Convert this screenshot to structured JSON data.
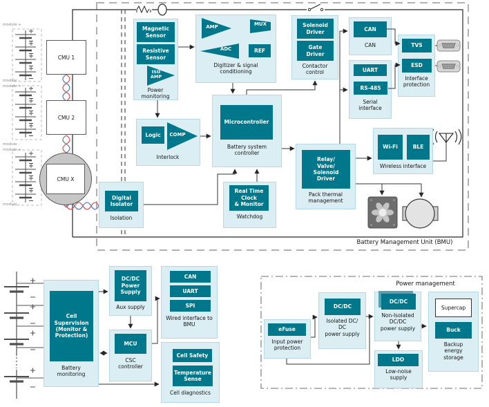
{
  "colors": {
    "teal": "#00778b",
    "light_box": "#dbeef4",
    "dash_gray": "#ababab",
    "wire": "#333333",
    "pair_red": "#d95555",
    "pair_blue": "#5b7fb4"
  },
  "pack": {
    "module_plus": "module +",
    "module_minus": "module -",
    "cmu1": "CMU 1",
    "cmu2": "CMU 2",
    "cmux": "CMU X"
  },
  "bmu": {
    "label": "Battery Management Unit (BMU)",
    "power_monitoring": {
      "magnetic": "Magnetic\nSensor",
      "resistive": "Resistive\nSensor",
      "iso_amp": "ISO\nAMP",
      "label": "Power\nmonitoring"
    },
    "digitizer": {
      "amp": "AMP",
      "adc": "ADC",
      "mux": "MUX",
      "ref": "REF",
      "label": "Digitizer & signal\nconditioning"
    },
    "contactor": {
      "solenoid": "Solenoid\nDriver",
      "gate": "Gate\nDriver",
      "label": "Contactor\ncontrol"
    },
    "can": {
      "chip": "CAN",
      "label": "CAN"
    },
    "serial": {
      "uart": "UART",
      "rs485": "RS-485",
      "label": "Serial\ninterface"
    },
    "protection": {
      "tvs": "TVS",
      "esd": "ESD",
      "label": "Interface\nprotection"
    },
    "interlock": {
      "logic": "Logic",
      "comp": "COMP",
      "label": "Interlock"
    },
    "controller": {
      "chip": "Microcontroller",
      "label": "Battery system\ncontroller"
    },
    "watchdog": {
      "chip": "Real Time\nClock\n& Monitor",
      "label": "Watchdog"
    },
    "isolation": {
      "chip": "Digital\nIsolator",
      "label": "Isolation"
    },
    "thermal": {
      "chip": "Relay/\nValve/\nSolenoid\nDriver",
      "label": "Pack thermal\nmanagement"
    },
    "wireless": {
      "wifi": "Wi-Fi",
      "ble": "BLE",
      "label": "Wireless interface"
    }
  },
  "csc": {
    "monitoring": {
      "chip": "Cell\nSupervision\n(Monitor &\nProtection)",
      "label": "Battery\nmonitoring"
    },
    "aux": {
      "chip": "DC/DC\nPower\nSupply",
      "label": "Aux supply"
    },
    "controller": {
      "chip": "MCU",
      "label": "CSC\ncontroller"
    },
    "wired": {
      "can": "CAN",
      "uart": "UART",
      "spi": "SPI",
      "label": "Wired interface to\nBMU"
    },
    "diagnostics": {
      "safety": "Cell Safety",
      "temp": "Temperature\nSense",
      "label": "Cell diagnostics"
    }
  },
  "power": {
    "title": "Power management",
    "efuse": {
      "chip": "eFuse",
      "label": "Input power\nprotection"
    },
    "isolated": {
      "chip": "DC/DC",
      "label": "Isolated DC/\nDC\npower supply"
    },
    "non_isolated": {
      "chip": "DC/DC",
      "label": "Non-Isolated\nDC/DC\npower supply"
    },
    "ldo": {
      "chip": "LDO",
      "label": "Low-noise\nsupply"
    },
    "backup": {
      "supercap": "Supercap",
      "buck": "Buck",
      "label": "Backup\nenergy\nstorage"
    }
  }
}
